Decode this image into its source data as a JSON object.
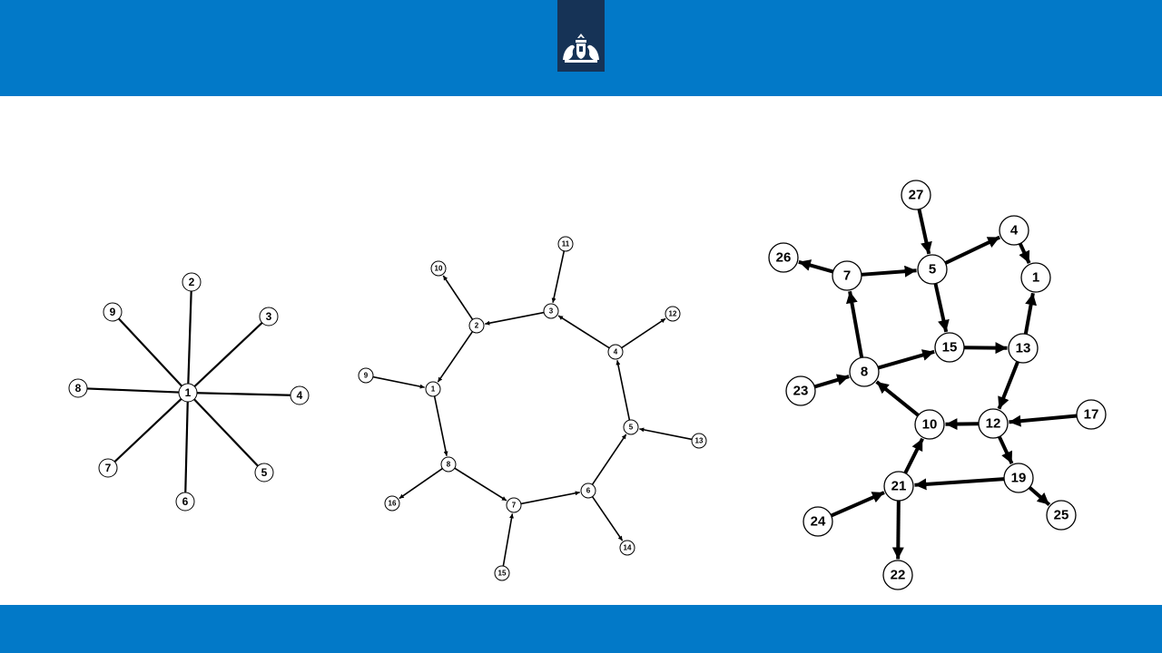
{
  "colors": {
    "header_bar": "#0279c8",
    "logo_block": "#163356",
    "footer_bar": "#0279c8",
    "edge": "#000000",
    "node_fill": "#ffffff",
    "node_stroke": "#000000"
  },
  "header": {
    "logo_icon": "coat-of-arms-icon"
  },
  "graphs": [
    {
      "id": "undirected-star",
      "directed": false,
      "nodes": [
        "1",
        "2",
        "3",
        "4",
        "5",
        "6",
        "7",
        "8",
        "9"
      ],
      "edges": [
        [
          "1",
          "2"
        ],
        [
          "1",
          "3"
        ],
        [
          "1",
          "4"
        ],
        [
          "1",
          "5"
        ],
        [
          "1",
          "6"
        ],
        [
          "1",
          "7"
        ],
        [
          "1",
          "8"
        ],
        [
          "1",
          "9"
        ]
      ]
    },
    {
      "id": "directed-cycle",
      "directed": true,
      "nodes": [
        "1",
        "2",
        "3",
        "4",
        "5",
        "6",
        "7",
        "8",
        "9",
        "10",
        "11",
        "12",
        "13",
        "14",
        "15",
        "16"
      ],
      "edges": [
        [
          "2",
          "1"
        ],
        [
          "3",
          "2"
        ],
        [
          "4",
          "3"
        ],
        [
          "5",
          "4"
        ],
        [
          "6",
          "5"
        ],
        [
          "7",
          "6"
        ],
        [
          "8",
          "7"
        ],
        [
          "1",
          "8"
        ],
        [
          "9",
          "1"
        ],
        [
          "2",
          "10"
        ],
        [
          "11",
          "3"
        ],
        [
          "4",
          "12"
        ],
        [
          "13",
          "5"
        ],
        [
          "6",
          "14"
        ],
        [
          "15",
          "7"
        ],
        [
          "8",
          "16"
        ]
      ]
    },
    {
      "id": "directed-network",
      "directed": true,
      "nodes": [
        "1",
        "4",
        "5",
        "7",
        "8",
        "10",
        "12",
        "13",
        "15",
        "17",
        "19",
        "21",
        "22",
        "23",
        "24",
        "25",
        "26",
        "27"
      ],
      "edges": [
        [
          "27",
          "5"
        ],
        [
          "5",
          "4"
        ],
        [
          "4",
          "1"
        ],
        [
          "7",
          "26"
        ],
        [
          "7",
          "5"
        ],
        [
          "5",
          "15"
        ],
        [
          "13",
          "1"
        ],
        [
          "15",
          "13"
        ],
        [
          "8",
          "7"
        ],
        [
          "8",
          "15"
        ],
        [
          "23",
          "8"
        ],
        [
          "10",
          "8"
        ],
        [
          "13",
          "12"
        ],
        [
          "12",
          "10"
        ],
        [
          "17",
          "12"
        ],
        [
          "12",
          "19"
        ],
        [
          "21",
          "10"
        ],
        [
          "19",
          "21"
        ],
        [
          "19",
          "25"
        ],
        [
          "24",
          "21"
        ],
        [
          "21",
          "22"
        ]
      ]
    }
  ]
}
